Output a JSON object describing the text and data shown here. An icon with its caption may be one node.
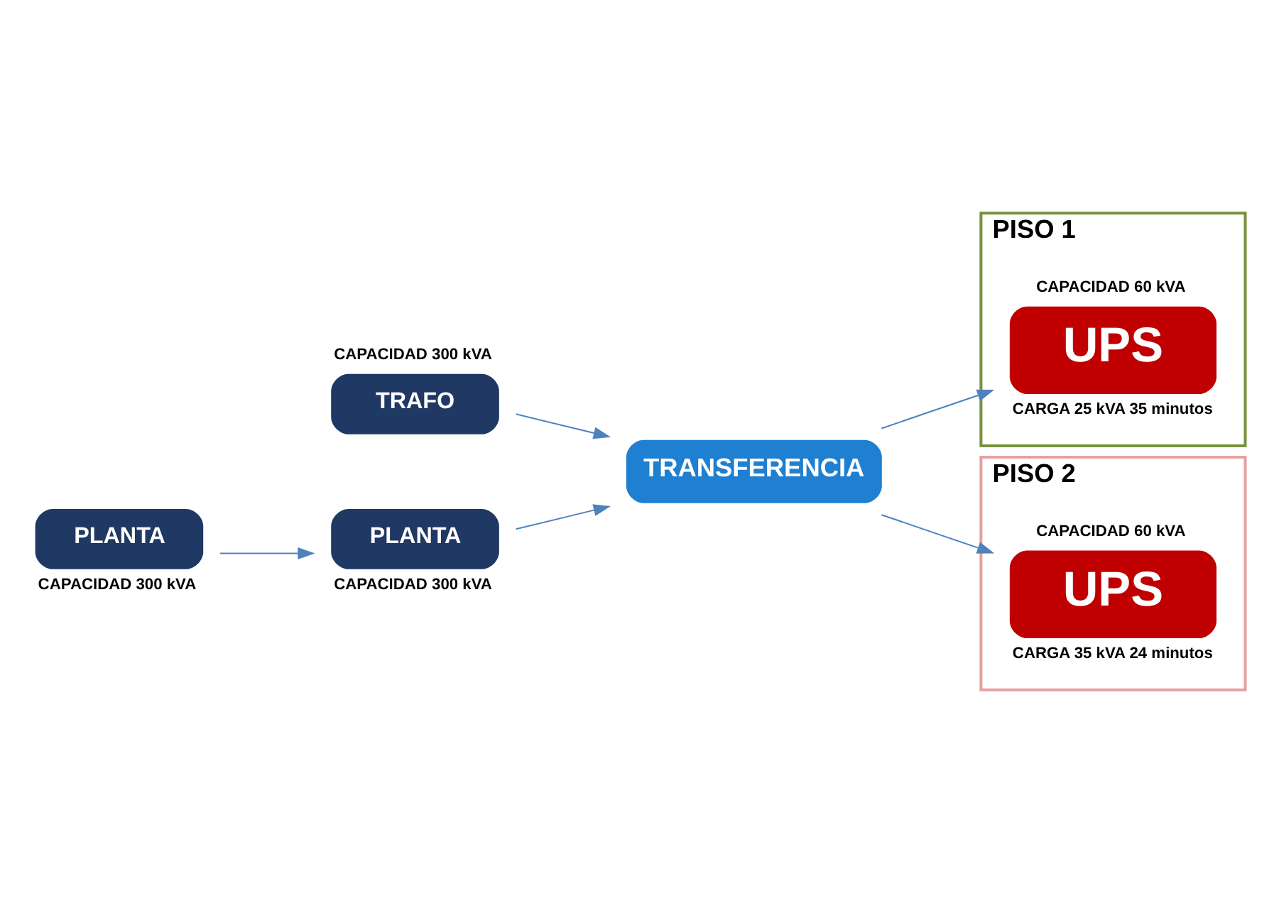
{
  "diagram": {
    "nodes": [
      {
        "text": [
          "TRAFO"
        ],
        "beside": [
          "CAPACIDAD 300 kVA"
        ]
      },
      {
        "text": [
          "TRANSFERENCIA"
        ]
      },
      {
        "text": [
          "PLANTA"
        ],
        "beside": [
          "CAPACIDAD 300 kVA"
        ]
      },
      {
        "text": [
          "PLANTA"
        ],
        "beside": [
          "CAPACIDAD 300 kVA"
        ]
      },
      {
        "text": [
          "PISO 1"
        ]
      },
      {
        "text": [
          "UPS"
        ],
        "in": 4,
        "beside": [
          "CAPACIDAD 60 kVA",
          "CARGA 25 kVA 35 minutos"
        ]
      },
      {
        "text": [
          "PISO 2"
        ]
      },
      {
        "text": [
          "UPS"
        ],
        "in": 6,
        "beside": [
          "CAPACIDAD 60 kVA",
          "CARGA 35 kVA 24 minutos"
        ]
      }
    ],
    "edges": [
      {
        "from": 0,
        "to": 1,
        "arrow": "to"
      },
      {
        "from": 2,
        "to": 1,
        "arrow": "to"
      },
      {
        "from": 3,
        "to": 2,
        "arrow": "to"
      },
      {
        "from": 1,
        "to": 5,
        "arrow": "to"
      },
      {
        "from": 1,
        "to": 7,
        "arrow": "to"
      }
    ]
  }
}
